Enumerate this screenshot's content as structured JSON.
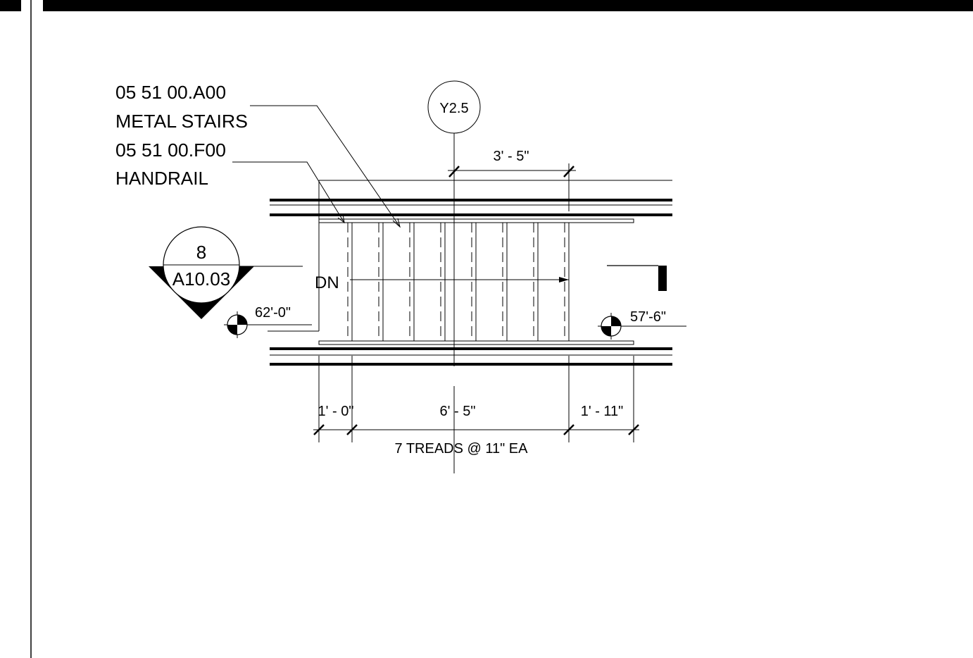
{
  "callouts": {
    "stairs_code": "05 51 00.A00",
    "stairs_name": "METAL STAIRS",
    "handrail_code": "05 51 00.F00",
    "handrail_name": "HANDRAIL"
  },
  "grid_bubble": {
    "label": "Y2.5"
  },
  "section_marker": {
    "number": "8",
    "sheet": "A10.03"
  },
  "dimensions": {
    "top_width": "3' - 5\"",
    "bottom_left": "1' - 0\"",
    "bottom_mid": "6' - 5\"",
    "bottom_right": "1' - 11\"",
    "treads_note": "7 TREADS @ 11\" EA"
  },
  "elevations": {
    "left": "62'-0\"",
    "right": "57'-6\""
  },
  "direction": {
    "label": "DN"
  }
}
